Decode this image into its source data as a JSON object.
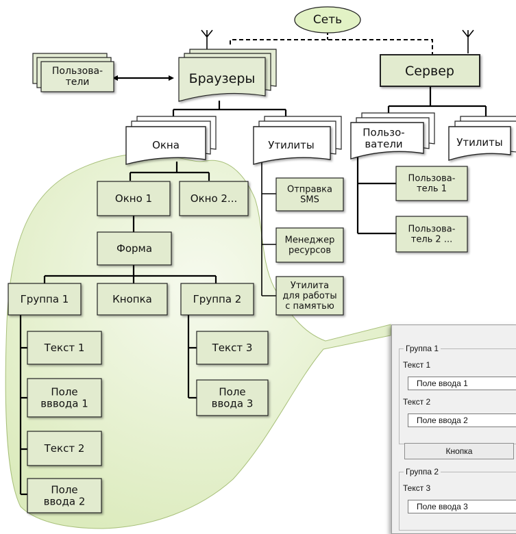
{
  "diagram": {
    "net": "Сеть",
    "users_left": "Пользова-\nтели",
    "browsers": "Браузеры",
    "server": "Сервер",
    "windows": "Окна",
    "utilities_left": "Утилиты",
    "server_users": "Пользо-\nватели",
    "utilities_right": "Утилиты",
    "sms": "Отправка\nSMS",
    "resource_manager": "Менеджер\nресурсов",
    "memory_utility": "Утилита\nдля работы\nс памятью",
    "user1": "Пользова-\nтель 1",
    "user2": "Пользова-\nтель 2 ...",
    "window1": "Окно 1",
    "window2": "Окно 2...",
    "form": "Форма",
    "group1": "Группа 1",
    "button": "Кнопка",
    "group2": "Группа 2",
    "text1": "Текст 1",
    "input1": "Поле\nвввода 1",
    "text2": "Текст 2",
    "input2": "Поле\nввода 2",
    "text3": "Текст 3",
    "input3": "Поле\nввода 3"
  },
  "form_panel": {
    "group1_legend": "Группа 1",
    "text1_label": "Текст 1",
    "input1_value": "Поле ввода 1",
    "text2_label": "Текст 2",
    "input2_value": "Поле ввода 2",
    "button_label": "Кнопка",
    "group2_legend": "Группа 2",
    "text3_label": "Текст 3",
    "input3_value": "Поле ввода 3"
  },
  "colors": {
    "box_fill": "#e2ebcf",
    "blob_fill": "#e3efc7",
    "ellipse_fill": "#e2f2c5",
    "panel_bg": "#f0f0f0"
  }
}
